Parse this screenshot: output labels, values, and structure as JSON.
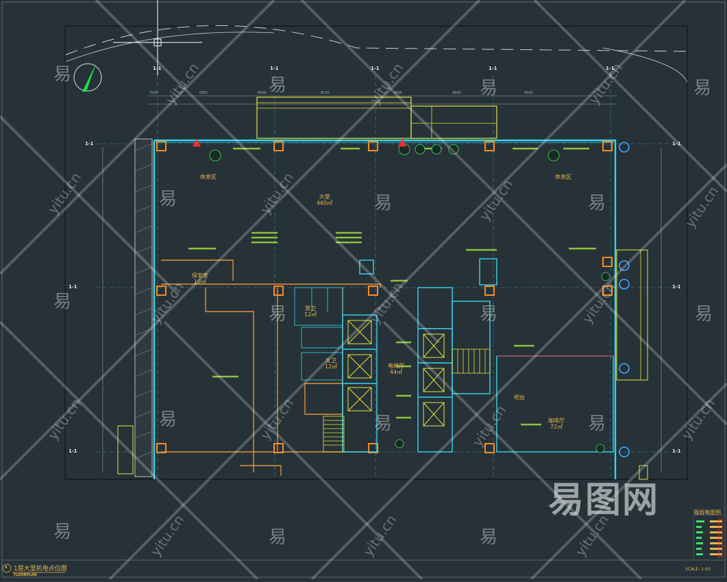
{
  "drawing": {
    "title_cn": "1层大堂机电点位图",
    "title_en": "FLOORPLAN",
    "scale": "SCALE: 1:50",
    "sheet_no": "9"
  },
  "grid_labels": {
    "top": [
      "1-1",
      "1-1",
      "1-1",
      "1-1",
      "1-1"
    ],
    "left": [
      "1-1",
      "1-1",
      "1-1"
    ],
    "right": [
      "1-1",
      "1-1",
      "1-1"
    ]
  },
  "dimensions": [
    "7050",
    "7950",
    "8000",
    "8150",
    "3600",
    "9850",
    "5550"
  ],
  "rooms": {
    "rest_left": "休息区",
    "rest_right": "休息区",
    "lobby": "大堂\n460㎡",
    "elevator_hall": "电梯厅\n44㎡",
    "security": "保安室\n10㎡",
    "toilet_m": "男卫\n12㎡",
    "toilet_f": "女卫\n12㎡",
    "bar": "吧台",
    "dining": "咖啡厅\n72㎡"
  },
  "legend": {
    "title": "强弱电图例"
  },
  "watermarks": {
    "logo_char": "易",
    "url": "yitu.cn",
    "brand": "易图网"
  }
}
